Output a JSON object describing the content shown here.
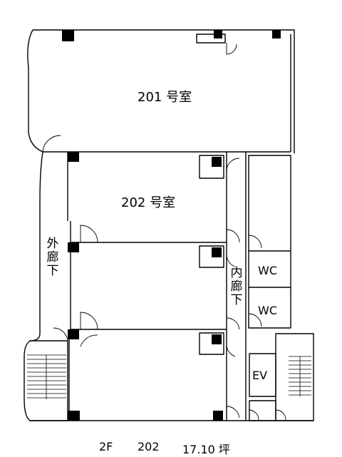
{
  "labels": {
    "room201": "201 号室",
    "room202": "202 号室",
    "outer_corridor": [
      "外",
      "廊",
      "下"
    ],
    "inner_corridor": [
      "内",
      "廊",
      "下"
    ],
    "wc1": "WC",
    "wc2": "WC",
    "ev": "EV"
  },
  "caption": {
    "floor": "2F",
    "unit": "202",
    "area": "17.10 坪"
  }
}
